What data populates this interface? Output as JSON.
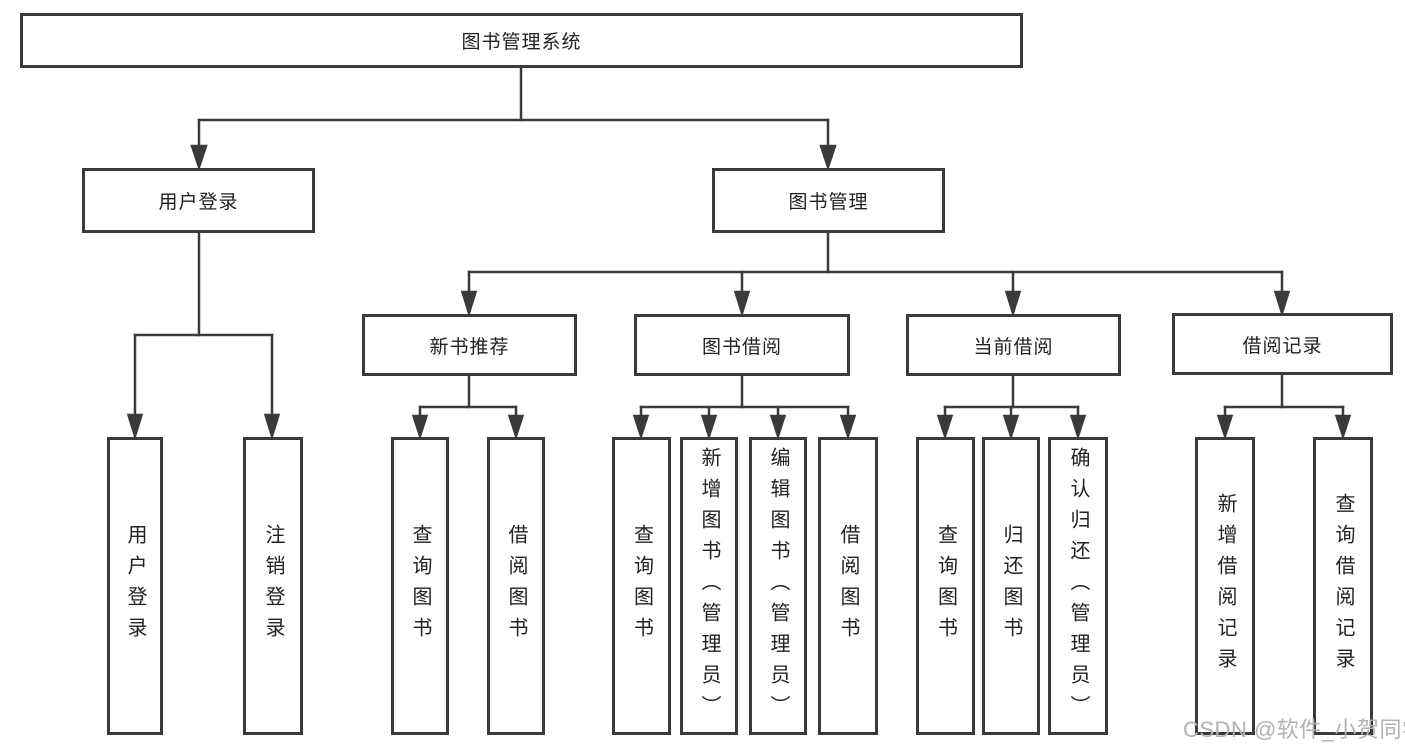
{
  "diagram_type": "hierarchy-tree",
  "colors": {
    "line": "#3a3a3a",
    "box_border": "#3a3a3a",
    "text": "#222222",
    "background": "#ffffff",
    "watermark": "#b2b2b2"
  },
  "watermark": "CSDN @软件_小贺同学",
  "tree": {
    "root": "图书管理系统",
    "children": [
      {
        "label": "用户登录",
        "children": [
          "用户登录",
          "注销登录"
        ]
      },
      {
        "label": "图书管理",
        "children": [
          {
            "label": "新书推荐",
            "children": [
              "查询图书",
              "借阅图书"
            ]
          },
          {
            "label": "图书借阅",
            "children": [
              "查询图书",
              "新增图书（管理员）",
              "编辑图书（管理员）",
              "借阅图书"
            ]
          },
          {
            "label": "当前借阅",
            "children": [
              "查询图书",
              "归还图书",
              "确认归还（管理员）"
            ]
          },
          {
            "label": "借阅记录",
            "children": [
              "新增借阅记录",
              "查询借阅记录"
            ]
          }
        ]
      }
    ]
  }
}
